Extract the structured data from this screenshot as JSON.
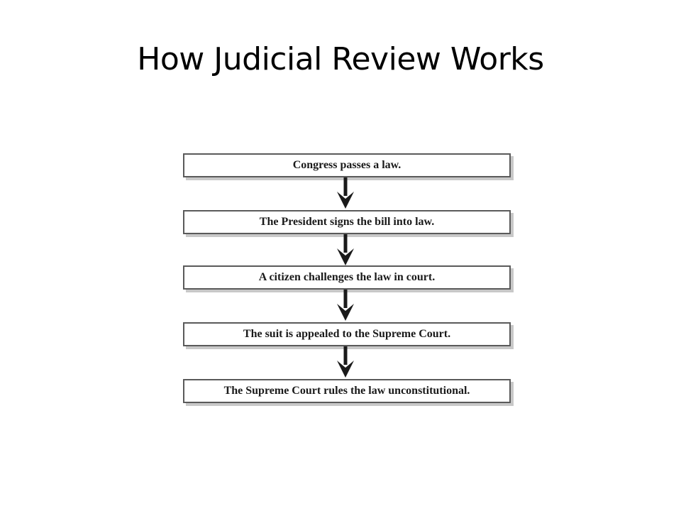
{
  "slide": {
    "title": "How Judicial Review Works"
  },
  "flowchart": {
    "steps": [
      {
        "label": "Congress passes a law."
      },
      {
        "label": "The President signs the bill into law."
      },
      {
        "label": "A citizen challenges the law in court."
      },
      {
        "label": "The suit is appealed to the Supreme Court."
      },
      {
        "label": "The Supreme Court rules the law unconstitutional."
      }
    ]
  },
  "colors": {
    "box_border": "#5a5a5a",
    "box_shadow": "#c8c8c8",
    "arrow": "#1a1a1a"
  }
}
